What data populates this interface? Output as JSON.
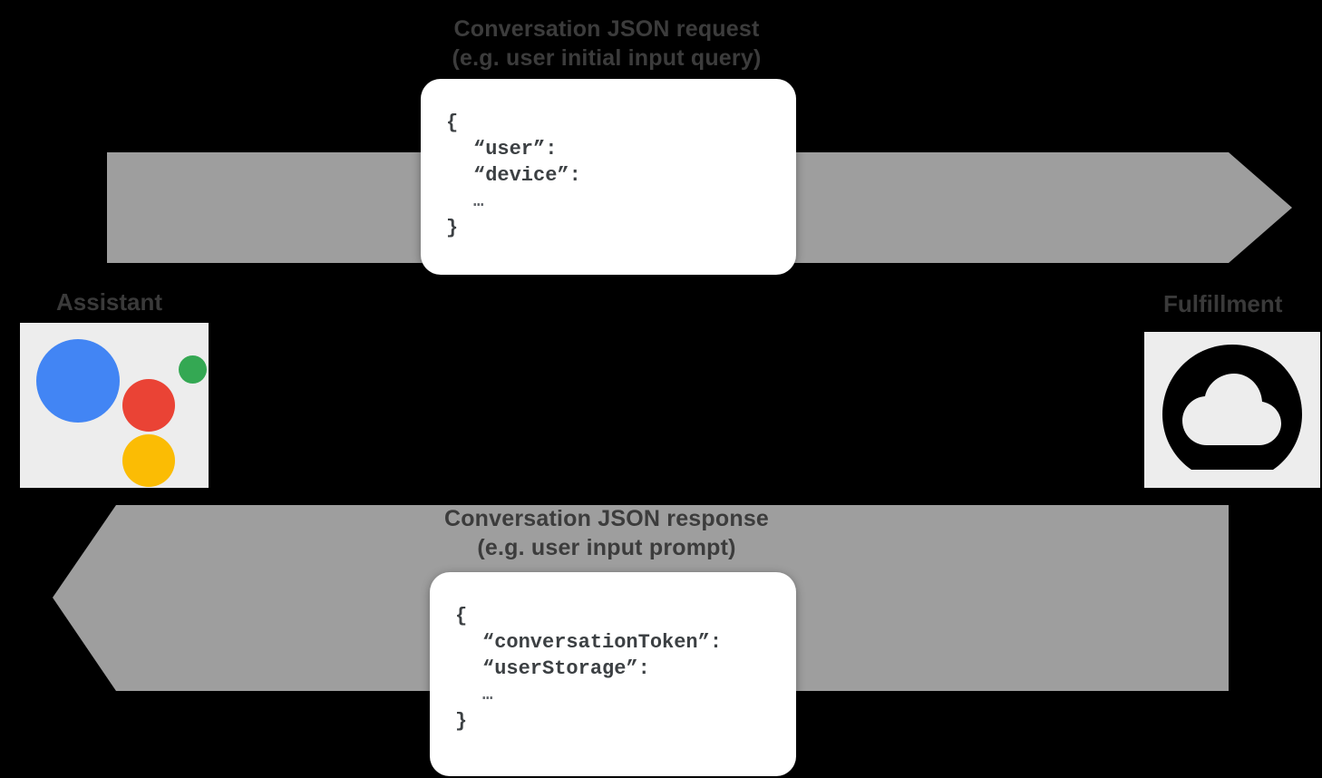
{
  "diagram": {
    "title_request": {
      "line1": "Conversation JSON request",
      "line2": "(e.g. user initial input query)"
    },
    "title_response": {
      "line1": "Conversation JSON response",
      "line2": "(e.g. user input prompt)"
    },
    "nodes": {
      "assistant": {
        "label": "Assistant",
        "icon": "google-assistant-icon"
      },
      "fulfillment": {
        "label": "Fulfillment",
        "icon": "cloud-icon"
      }
    },
    "request_json": {
      "open": "{",
      "key1": "“user”:",
      "key2": "“device”:",
      "ellipsis": "…",
      "close": "}"
    },
    "response_json": {
      "open": "{",
      "key1": "“conversationToken”:",
      "key2": "“userStorage”:",
      "ellipsis": "…",
      "close": "}"
    },
    "colors": {
      "background": "#000000",
      "arrow": "#9e9e9e",
      "card": "#ffffff",
      "label_text": "#3c3c3c",
      "code_text": "#3c4043",
      "tile": "#ededed",
      "assistant_blue": "#4285f4",
      "assistant_red": "#ea4335",
      "assistant_yellow": "#fbbc04",
      "assistant_green": "#34a853"
    }
  }
}
